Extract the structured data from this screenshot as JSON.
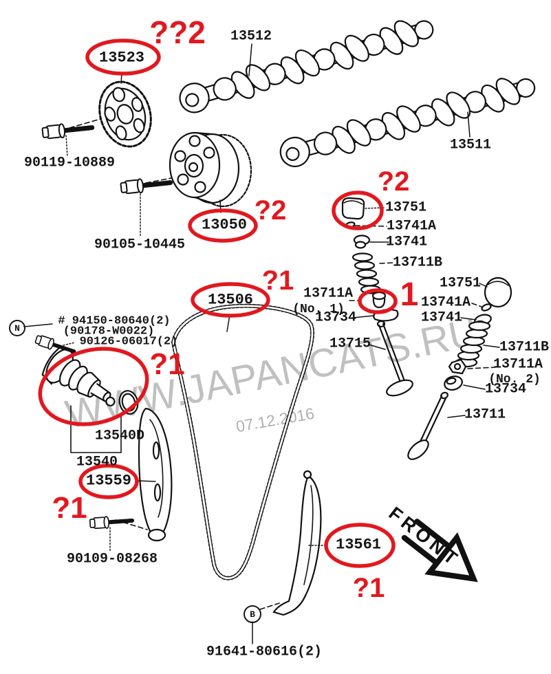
{
  "annotation_color": "#e2181f",
  "watermark": {
    "site_text": "WWW.JAPANCATS.RU",
    "date_text": "07.12.2016"
  },
  "front_arrow_label": "FRONT",
  "callout_circles": {
    "n": "N",
    "b": "B"
  },
  "part_labels": {
    "cam_sprocket": "13523",
    "camshaft_no1": "13512",
    "camshaft_no2": "13511",
    "bolt_sprocket": "90119-10889",
    "bolt_vvt": "90105-10445",
    "vvt_gear": "13050",
    "lifter_top": "13751",
    "keeper_top": "13741A",
    "retainer_top": "13741",
    "spring_top": "13711B",
    "chain": "13506",
    "seat_no1": "13711A",
    "seat_no1_note": "(No. 1)",
    "washer_mid": "13734",
    "valve_intake": "13715",
    "lifter_right": "13751",
    "keeper_right": "13741A",
    "retainer_right": "13741",
    "spring_right": "13711B",
    "seat_no2": "13711A",
    "seat_no2_note": "(No. 2)",
    "washer_right": "13734",
    "valve_exhaust": "13711",
    "tensioner_alt1": "# 94150-80640(2)",
    "tensioner_alt2": "(90178-W0022)",
    "tensioner_bolt": "90126-06017(2)",
    "tensioner_gasket": "13540D",
    "tensioner_assy": "13540",
    "guide_slack": "13559",
    "bolt_guide": "90109-08268",
    "guide_tension": "13561",
    "bolt_b": "91641-80616(2)"
  },
  "annotations": {
    "q_top": "??2",
    "q_vvt": "?2",
    "q_lifter": "?2",
    "q_chain": "?1",
    "q_tensioner": "?1",
    "q_guide_slack": "?1",
    "q_guide_tension": "?1",
    "qty_one": "1"
  }
}
